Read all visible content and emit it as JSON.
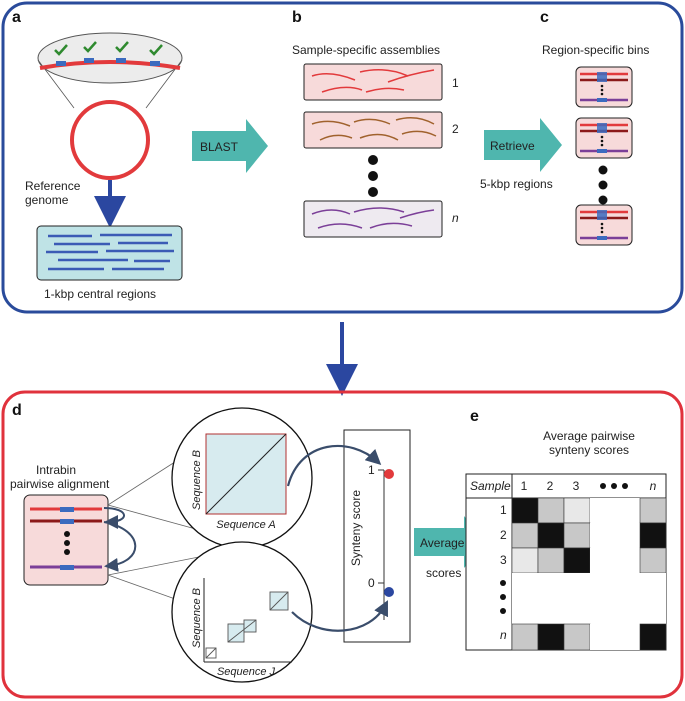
{
  "panels": {
    "a": "a",
    "b": "b",
    "c": "c",
    "d": "d",
    "e": "e"
  },
  "panel_a": {
    "reference_label_1": "Reference",
    "reference_label_2": "genome",
    "central_regions_label": "1-kbp central regions"
  },
  "blast_label": "BLAST",
  "panel_b": {
    "title": "Sample-specific assemblies",
    "row_labels": [
      "1",
      "2",
      "n"
    ]
  },
  "retrieve_label": "Retrieve",
  "retrieve_sub": "5-kbp regions",
  "panel_c": {
    "title": "Region-specific bins"
  },
  "panel_d": {
    "intrabin_1": "Intrabin",
    "intrabin_2": "pairwise alignment",
    "seq_b_top": "Sequence B",
    "seq_a": "Sequence A",
    "seq_b_bottom": "Sequence B",
    "seq_j": "Sequence J",
    "synteny_score": "Synteny score",
    "tick_1": "1",
    "tick_0": "0"
  },
  "average_label": "Average",
  "average_sub": "scores",
  "panel_e": {
    "title_1": "Average pairwise",
    "title_2": "synteny scores",
    "sample_header": "Sample",
    "col_headers": [
      "1",
      "2",
      "3",
      "n"
    ],
    "row_headers": [
      "1",
      "2",
      "3",
      "n"
    ],
    "cells": [
      [
        "#111111",
        "#c8c8c8",
        "#e8e8e8",
        "#ffffff",
        "#c8c8c8"
      ],
      [
        "#c8c8c8",
        "#111111",
        "#c8c8c8",
        "#ffffff",
        "#111111"
      ],
      [
        "#e8e8e8",
        "#c8c8c8",
        "#111111",
        "#ffffff",
        "#c8c8c8"
      ],
      [
        "#ffffff",
        "#ffffff",
        "#ffffff",
        "#ffffff",
        "#ffffff"
      ],
      [
        "#c8c8c8",
        "#111111",
        "#c8c8c8",
        "#ffffff",
        "#111111"
      ]
    ]
  },
  "colors": {
    "top_frame": "#2a4b9b",
    "bottom_frame": "#e0323c",
    "arrow_teal": "#4fb6ae",
    "arrow_blue": "#2b47a0",
    "red_track": "#e23a3c",
    "dark_red_track": "#8b1a1a",
    "purple_track": "#7b3f98",
    "blue_seg": "#3b6bbf",
    "brown_read": "#a0622d",
    "check_green": "#2f8a2f",
    "pink_box": "#f7dada",
    "grey_box": "#eeeaf0",
    "teal_box": "#bfe3e6"
  }
}
